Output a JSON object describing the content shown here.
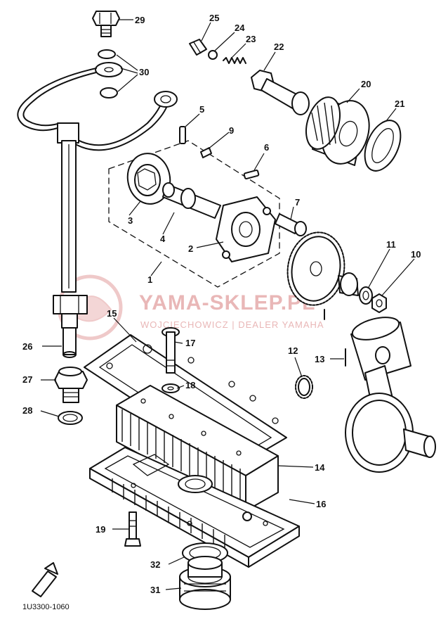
{
  "diagram": {
    "part_labels": [
      {
        "id": "29",
        "text": "29"
      },
      {
        "id": "30",
        "text": "30"
      },
      {
        "id": "25",
        "text": "25"
      },
      {
        "id": "24",
        "text": "24"
      },
      {
        "id": "23",
        "text": "23"
      },
      {
        "id": "22",
        "text": "22"
      },
      {
        "id": "20",
        "text": "20"
      },
      {
        "id": "21",
        "text": "21"
      },
      {
        "id": "5",
        "text": "5"
      },
      {
        "id": "9",
        "text": "9"
      },
      {
        "id": "6",
        "text": "6"
      },
      {
        "id": "3",
        "text": "3"
      },
      {
        "id": "4",
        "text": "4"
      },
      {
        "id": "7",
        "text": "7"
      },
      {
        "id": "2",
        "text": "2"
      },
      {
        "id": "1",
        "text": "1"
      },
      {
        "id": "11",
        "text": "11"
      },
      {
        "id": "10",
        "text": "10"
      },
      {
        "id": "15",
        "text": "15"
      },
      {
        "id": "17",
        "text": "17"
      },
      {
        "id": "26",
        "text": "26"
      },
      {
        "id": "12",
        "text": "12"
      },
      {
        "id": "13",
        "text": "13"
      },
      {
        "id": "18",
        "text": "18"
      },
      {
        "id": "27",
        "text": "27"
      },
      {
        "id": "28",
        "text": "28"
      },
      {
        "id": "14",
        "text": "14"
      },
      {
        "id": "16",
        "text": "16"
      },
      {
        "id": "19",
        "text": "19"
      },
      {
        "id": "32",
        "text": "32"
      },
      {
        "id": "31",
        "text": "31"
      }
    ],
    "catalog_code": "1U3300-1060",
    "watermark": {
      "title": "YAMA-SKLEP.PL",
      "subtitle": "WOJCIECHOWICZ | DEALER YAMAHA"
    }
  }
}
